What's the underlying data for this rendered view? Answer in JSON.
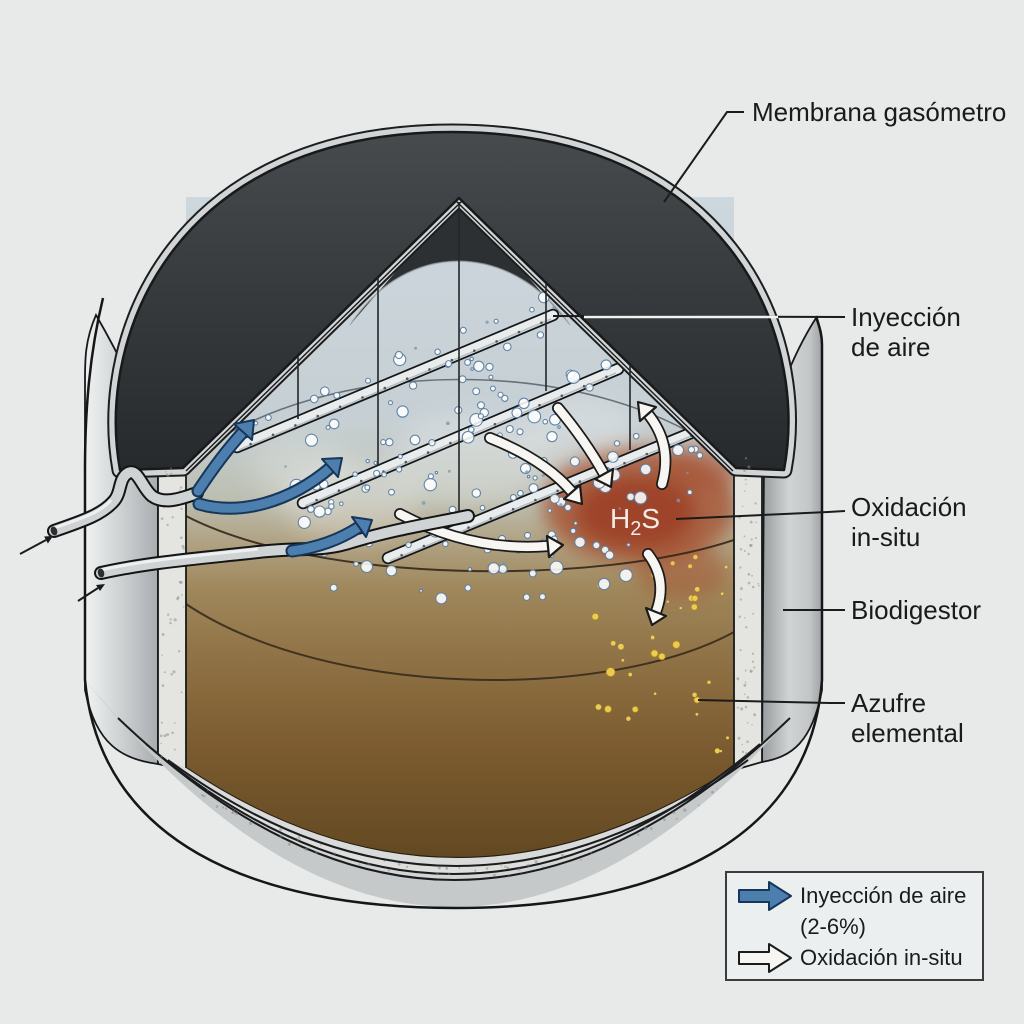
{
  "diagram": {
    "callouts": {
      "membrane": {
        "label": "Membrana gasómetro"
      },
      "air_injection": {
        "line1": "Inyección",
        "line2": "de aire"
      },
      "oxidation": {
        "line1": "Oxidación",
        "line2": "in-situ"
      },
      "biodigester": {
        "label": "Biodigestor"
      },
      "elemental_sulfur": {
        "line1": "Azufre",
        "line2": "elemental"
      }
    },
    "h2s_label": {
      "symbol": "H",
      "subscript": "2",
      "suffix": "S"
    },
    "legend": {
      "air_injection": {
        "line1": "Inyección de aire",
        "line2": "(2-6%)"
      },
      "oxidation": {
        "label": "Oxidación in-situ"
      }
    },
    "colors": {
      "air_arrow_fill": "#4d7fae",
      "air_arrow_outline": "#16365a",
      "oxidation_arrow_fill": "#f7f6f2",
      "oxidation_arrow_outline": "#1b1b1b",
      "membrane_dark": "#34383b",
      "h2s_cloud": "#a6512f",
      "sulfur_dot": "#f1d152",
      "headspace": "#cbd6dd",
      "digestate_dark": "#5b401b",
      "background": "#e8eaea"
    }
  }
}
